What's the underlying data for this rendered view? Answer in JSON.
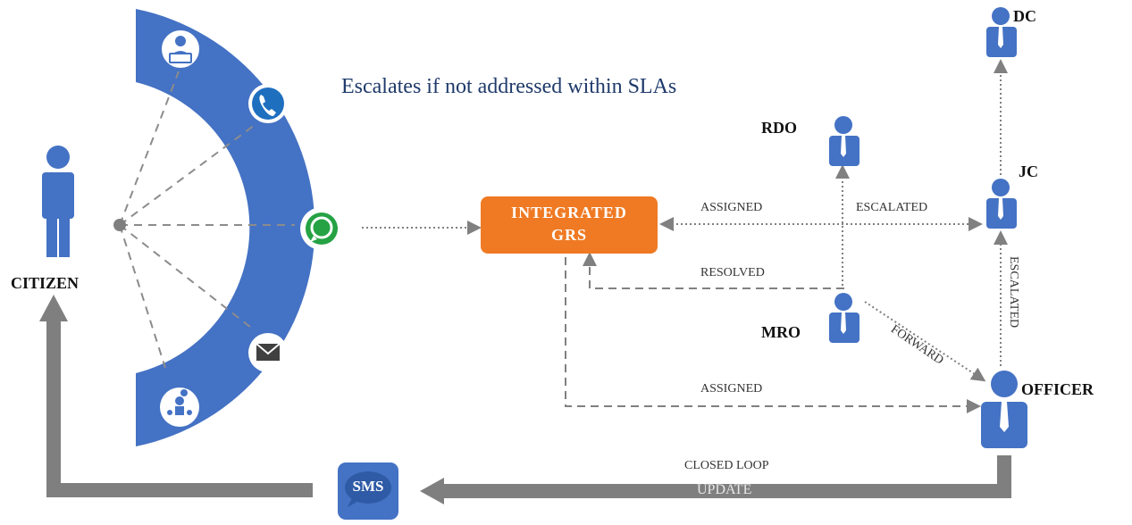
{
  "title": "Escalates if not addressed within SLAs",
  "grs": {
    "line1": "INTEGRATED",
    "line2": "GRS"
  },
  "roles": {
    "citizen": "CITIZEN",
    "rdo": "RDO",
    "mro": "MRO",
    "dc": "DC",
    "jc": "JC",
    "officer": "OFFICER"
  },
  "edges": {
    "assigned_top": "ASSIGNED",
    "escalated_top": "ESCALATED",
    "resolved": "RESOLVED",
    "forward": "FORWARD",
    "escalated_vertical": "ESCALATED",
    "assigned_bottom": "ASSIGNED",
    "closed_loop_1": "CLOSED LOOP",
    "closed_loop_2": "UPDATE"
  },
  "sms": "SMS",
  "channels": [
    "laptop-user-icon",
    "phone-icon",
    "whatsapp-icon",
    "mail-icon",
    "community-icon"
  ],
  "colors": {
    "blue": "#4472c4",
    "orange": "#ef7a23",
    "gray_arrow": "#7f7f7f",
    "title": "#1f3a6b"
  }
}
